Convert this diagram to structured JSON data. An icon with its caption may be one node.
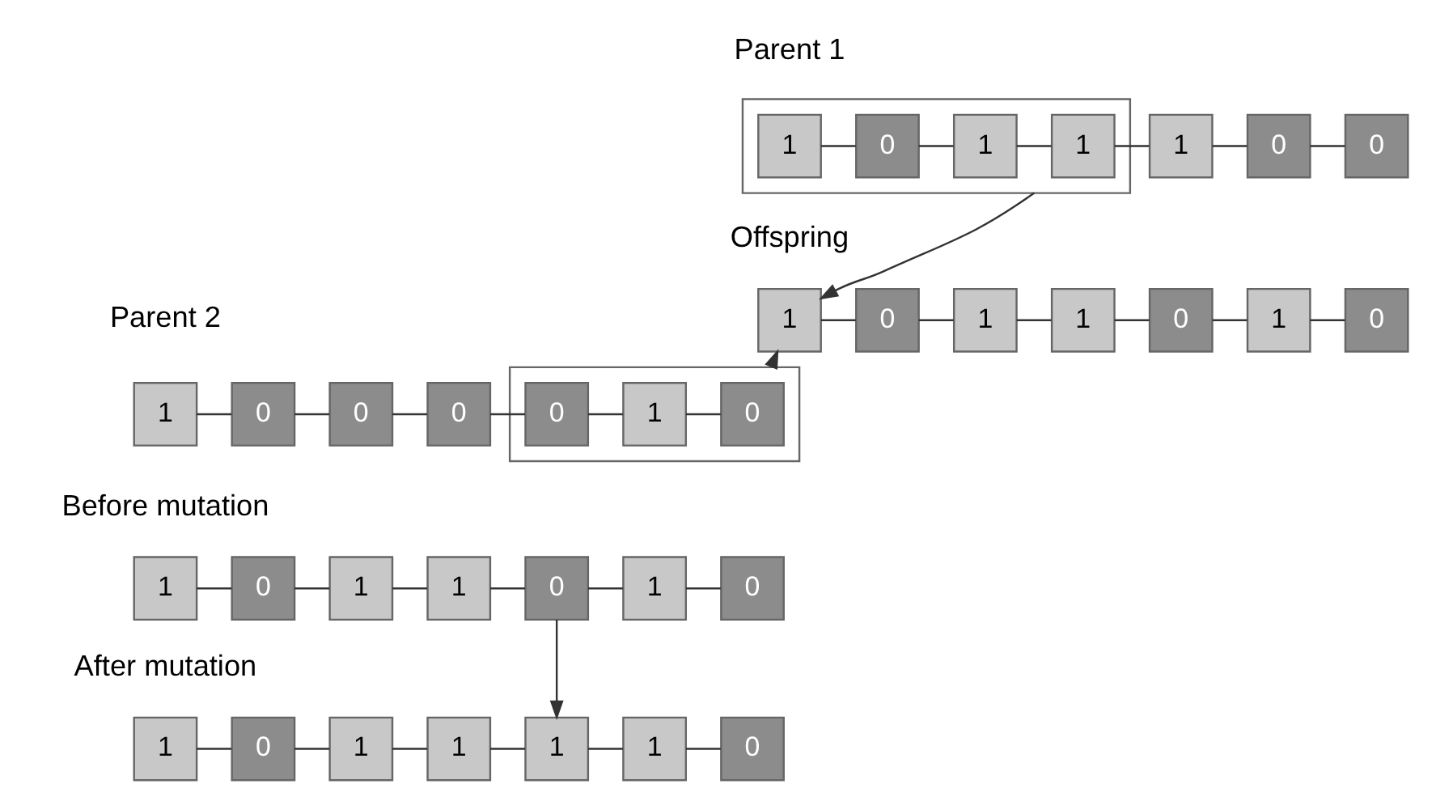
{
  "diagram": {
    "nodes": [
      {
        "text": [],
        "shape": "box"
      },
      {
        "text": [
          "1"
        ],
        "in": 0
      },
      {
        "text": [
          "0"
        ],
        "in": 0
      },
      {
        "text": [
          "1"
        ],
        "in": 0
      },
      {
        "text": [
          "1"
        ],
        "in": 0
      },
      {
        "text": [
          "1"
        ]
      },
      {
        "text": [
          "0"
        ]
      },
      {
        "text": [
          "0"
        ]
      },
      {
        "text": [
          "1"
        ]
      },
      {
        "text": [
          "0"
        ]
      },
      {
        "text": [
          "0"
        ]
      },
      {
        "text": [
          "0"
        ]
      },
      {
        "text": [],
        "shape": "box"
      },
      {
        "text": [
          "0"
        ],
        "in": 12
      },
      {
        "text": [
          "1"
        ],
        "in": 12
      },
      {
        "text": [
          "0"
        ],
        "in": 12
      },
      {
        "text": [
          "1"
        ]
      },
      {
        "text": [
          "0"
        ]
      },
      {
        "text": [
          "1"
        ]
      },
      {
        "text": [
          "1"
        ]
      },
      {
        "text": [
          "0"
        ]
      },
      {
        "text": [
          "1"
        ]
      },
      {
        "text": [
          "0"
        ]
      },
      {
        "text": [
          "1"
        ]
      },
      {
        "text": [
          "0"
        ]
      },
      {
        "text": [
          "1"
        ]
      },
      {
        "text": [
          "1"
        ]
      },
      {
        "text": [
          "0"
        ]
      },
      {
        "text": [
          "1"
        ]
      },
      {
        "text": [
          "0"
        ]
      },
      {
        "text": [
          "1"
        ]
      },
      {
        "text": [
          "0"
        ]
      },
      {
        "text": [
          "1"
        ]
      },
      {
        "text": [
          "1"
        ]
      },
      {
        "text": [
          "1"
        ]
      },
      {
        "text": [
          "1"
        ]
      },
      {
        "text": [
          "0"
        ]
      }
    ],
    "edges": [
      {
        "from": 1,
        "to": 2,
        "arrow": "none"
      },
      {
        "from": 2,
        "to": 3,
        "arrow": "none"
      },
      {
        "from": 3,
        "to": 4,
        "arrow": "none"
      },
      {
        "from": 4,
        "to": 5,
        "arrow": "none"
      },
      {
        "from": 5,
        "to": 6,
        "arrow": "none"
      },
      {
        "from": 6,
        "to": 7,
        "arrow": "none"
      },
      {
        "from": 8,
        "to": 9,
        "arrow": "none"
      },
      {
        "from": 9,
        "to": 10,
        "arrow": "none"
      },
      {
        "from": 10,
        "to": 11,
        "arrow": "none"
      },
      {
        "from": 11,
        "to": 13,
        "arrow": "none"
      },
      {
        "from": 13,
        "to": 14,
        "arrow": "none"
      },
      {
        "from": 14,
        "to": 15,
        "arrow": "none"
      },
      {
        "from": 16,
        "to": 17,
        "arrow": "none"
      },
      {
        "from": 17,
        "to": 18,
        "arrow": "none"
      },
      {
        "from": 18,
        "to": 19,
        "arrow": "none"
      },
      {
        "from": 19,
        "to": 20,
        "arrow": "none"
      },
      {
        "from": 20,
        "to": 21,
        "arrow": "none"
      },
      {
        "from": 21,
        "to": 22,
        "arrow": "none"
      },
      {
        "from": 23,
        "to": 24,
        "arrow": "none"
      },
      {
        "from": 24,
        "to": 25,
        "arrow": "none"
      },
      {
        "from": 25,
        "to": 26,
        "arrow": "none"
      },
      {
        "from": 26,
        "to": 27,
        "arrow": "none"
      },
      {
        "from": 27,
        "to": 28,
        "arrow": "none"
      },
      {
        "from": 28,
        "to": 29,
        "arrow": "none"
      },
      {
        "from": 30,
        "to": 31,
        "arrow": "none"
      },
      {
        "from": 31,
        "to": 32,
        "arrow": "none"
      },
      {
        "from": 32,
        "to": 33,
        "arrow": "none"
      },
      {
        "from": 33,
        "to": 34,
        "arrow": "none"
      },
      {
        "from": 34,
        "to": 35,
        "arrow": "none"
      },
      {
        "from": 35,
        "to": 36,
        "arrow": "none"
      },
      {
        "from": 0,
        "to": 16,
        "arrow": "to"
      },
      {
        "from": 12,
        "to": 16,
        "arrow": "to"
      },
      {
        "from": 27,
        "to": 34,
        "arrow": "to"
      }
    ],
    "labels": [
      "Parent 1",
      "Offspring",
      "Parent 2",
      "Before mutation",
      "After mutation"
    ]
  }
}
